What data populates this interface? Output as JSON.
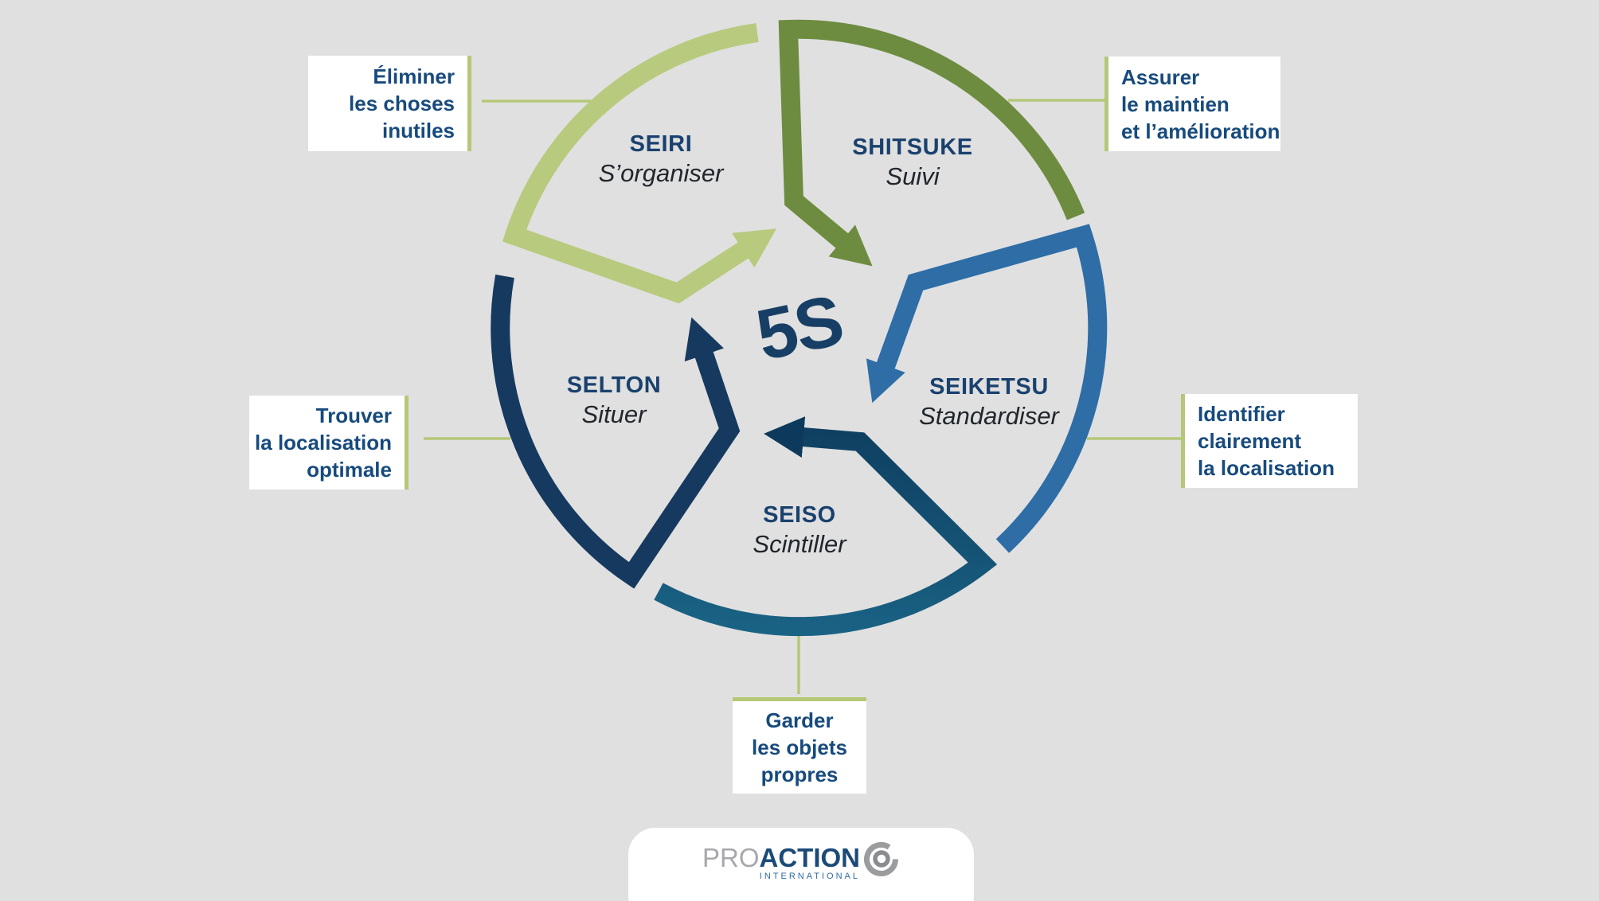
{
  "title": "5S",
  "colors": {
    "background": "#e0e0e0",
    "accent_green": "#b5c878",
    "term_text": "#1a416e",
    "subtitle_text": "#20262c",
    "callout_text": "#174a7d",
    "center_text": "#173f66",
    "card_bg": "#ffffff"
  },
  "center_label": "5S",
  "segments": [
    {
      "term": "SEIRI",
      "subtitle": "S’organiser",
      "color": "#b8ca7e"
    },
    {
      "term": "SHITSUKE",
      "subtitle": "Suivi",
      "color": "#6d8c40"
    },
    {
      "term": "SEIKETSU",
      "subtitle": "Standardiser",
      "color": "#2e6da6"
    },
    {
      "term": "SEISO",
      "subtitle": "Scintiller",
      "color": "#12506f",
      "gradient_start": "#0d3a5c",
      "gradient_end": "#1a6385"
    },
    {
      "term": "SELTON",
      "subtitle": "Situer",
      "color": "#16395f"
    }
  ],
  "callouts": [
    {
      "lines": [
        "Éliminer",
        "les choses",
        "inutiles"
      ]
    },
    {
      "lines": [
        "Assurer",
        "le maintien",
        "et l’amélioration"
      ]
    },
    {
      "lines": [
        "Identifier",
        "clairement",
        "la localisation"
      ]
    },
    {
      "lines": [
        "Garder",
        "les objets",
        "propres"
      ]
    },
    {
      "lines": [
        "Trouver",
        "la localisation",
        "optimale"
      ]
    }
  ],
  "logo": {
    "part1": "PRO",
    "part2": "ACTION",
    "subtext": "INTERNATIONAL",
    "part1_color": "#a6a8ab",
    "part2_color": "#1b4a78",
    "subtext_color": "#2d6ba3",
    "swirl_color": "#9a9c9e",
    "swirl_inner_color": "#8a8c8f"
  }
}
